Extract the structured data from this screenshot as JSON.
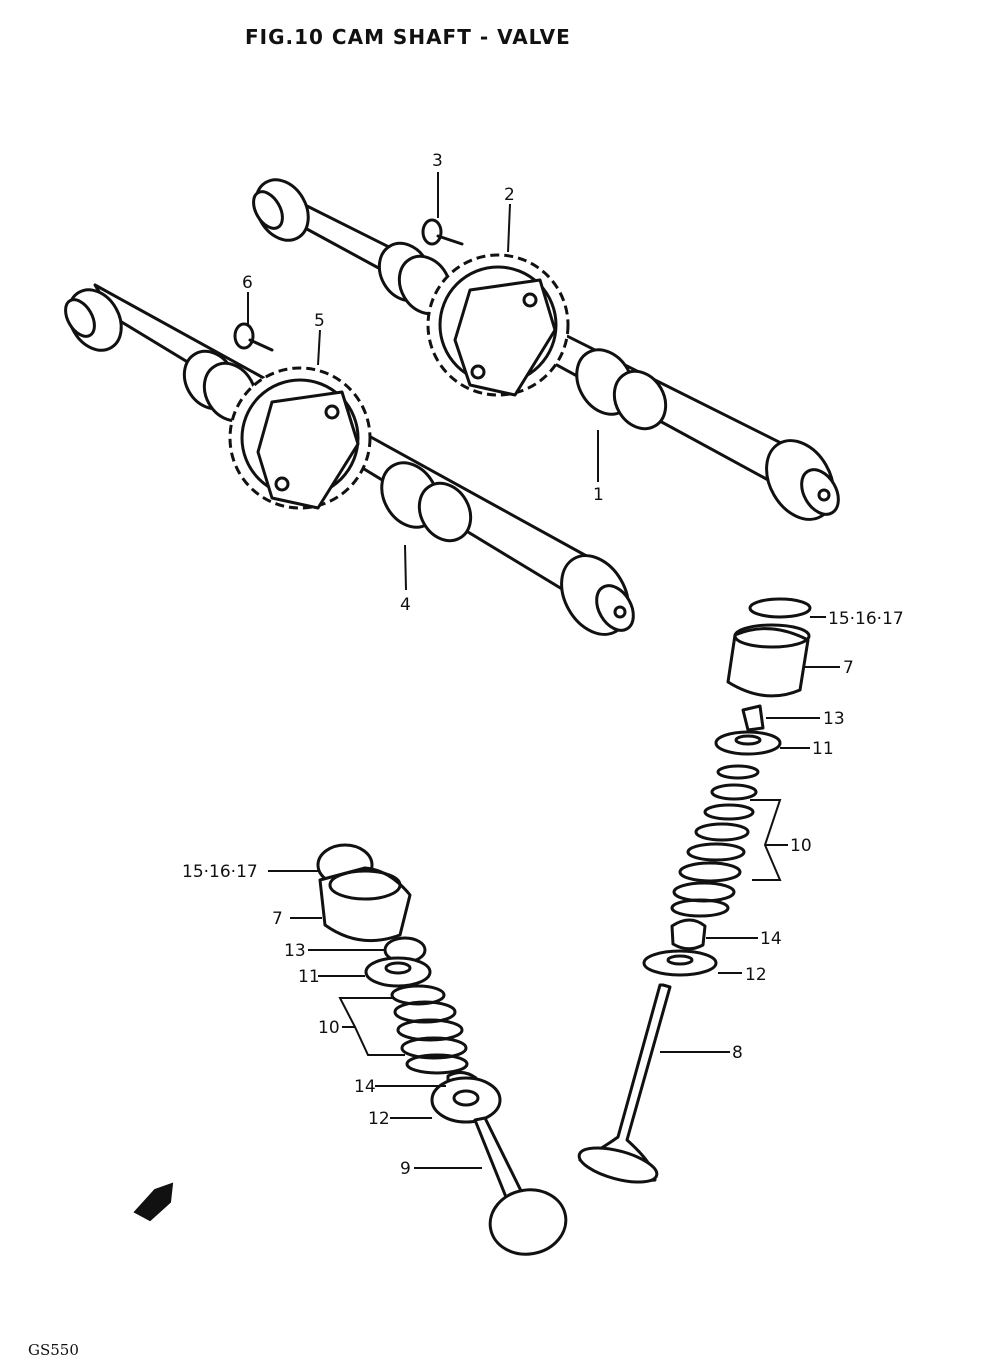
{
  "figure": {
    "title": "FIG.10   CAM SHAFT - VALVE",
    "model": "GS550"
  },
  "callouts": {
    "c1": "1",
    "c2": "2",
    "c3": "3",
    "c4": "4",
    "c5": "5",
    "c6": "6",
    "c7a": "7",
    "c7b": "7",
    "c8": "8",
    "c9": "9",
    "c10a": "10",
    "c10b": "10",
    "c11a": "11",
    "c11b": "11",
    "c12a": "12",
    "c12b": "12",
    "c13a": "13",
    "c13b": "13",
    "c14a": "14",
    "c14b": "14",
    "c15a": "15·16·17",
    "c15b": "15·16·17"
  },
  "icons": {
    "front_arrow": "front-direction-arrow-icon"
  }
}
